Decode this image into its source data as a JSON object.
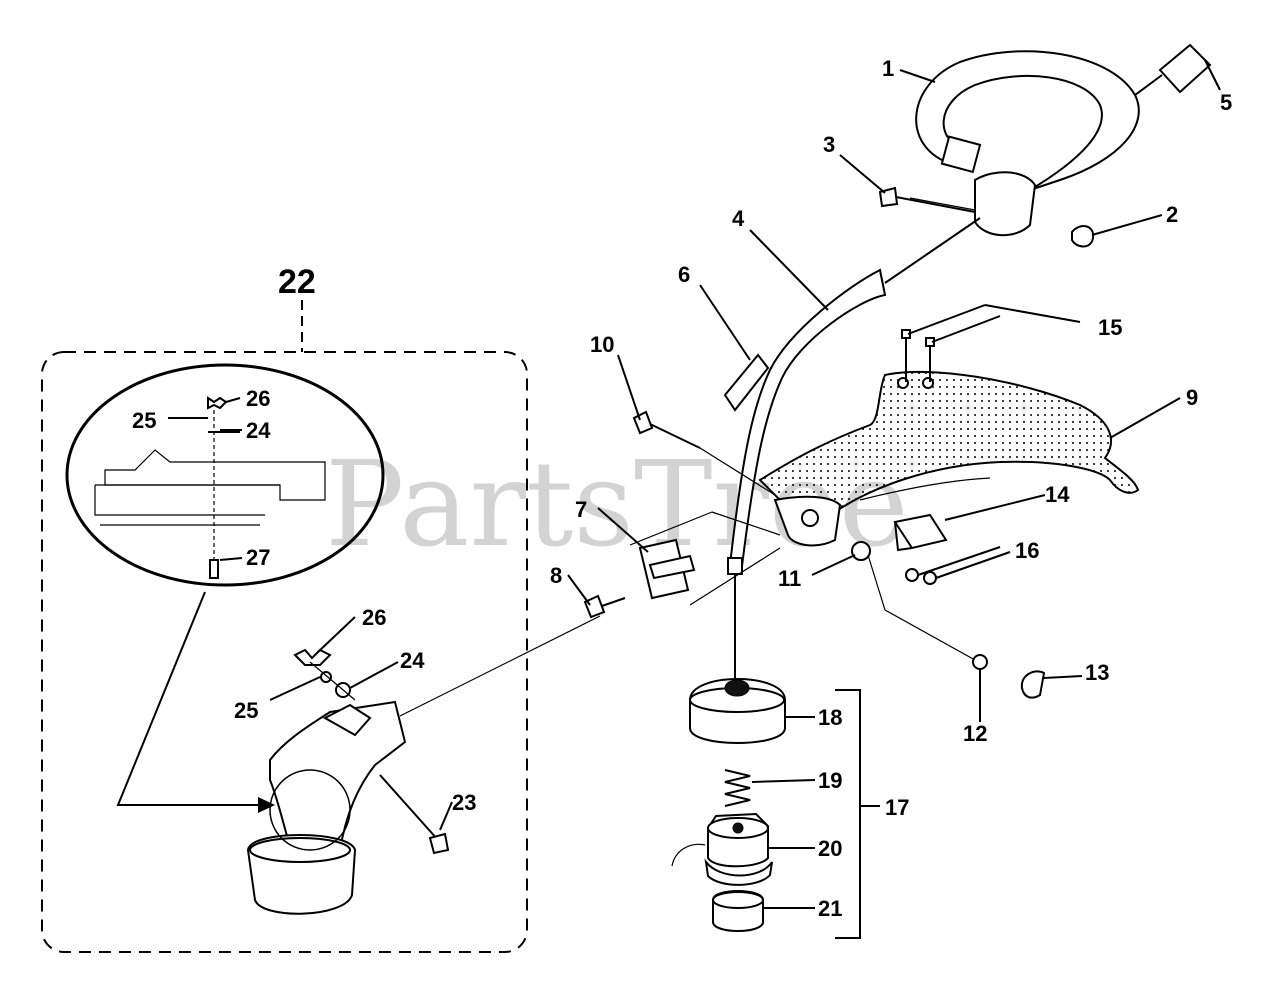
{
  "watermark": "PartsTree",
  "callouts": {
    "c1": "1",
    "c2": "2",
    "c3": "3",
    "c4": "4",
    "c5": "5",
    "c6": "6",
    "c7": "7",
    "c8": "8",
    "c9": "9",
    "c10": "10",
    "c11": "11",
    "c12": "12",
    "c13": "13",
    "c14": "14",
    "c15": "15",
    "c16": "16",
    "c17": "17",
    "c18": "18",
    "c19": "19",
    "c20": "20",
    "c21": "21",
    "c22": "22",
    "c23": "23",
    "c24a": "24",
    "c25a": "25",
    "c26a": "26",
    "c27": "27",
    "c24b": "24",
    "c25b": "25",
    "c26b": "26"
  },
  "colors": {
    "ink": "#000000",
    "paper": "#ffffff",
    "watermark": "#bdbdbd"
  }
}
